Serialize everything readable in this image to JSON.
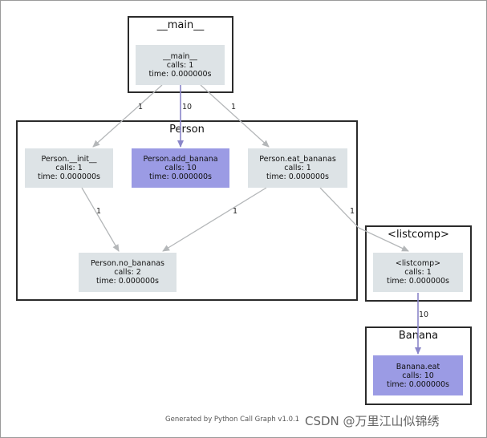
{
  "clusters": {
    "main": "__main__",
    "person": "Person",
    "listcomp": "<listcomp>",
    "banana": "Banana"
  },
  "nodes": {
    "main": {
      "name": "__main__",
      "calls": "calls: 1",
      "time": "time: 0.000000s"
    },
    "init": {
      "name": "Person.__init__",
      "calls": "calls: 1",
      "time": "time: 0.000000s"
    },
    "add_banana": {
      "name": "Person.add_banana",
      "calls": "calls: 10",
      "time": "time: 0.000000s"
    },
    "eat_bananas": {
      "name": "Person.eat_bananas",
      "calls": "calls: 1",
      "time": "time: 0.000000s"
    },
    "no_bananas": {
      "name": "Person.no_bananas",
      "calls": "calls: 2",
      "time": "time: 0.000000s"
    },
    "listcomp": {
      "name": "<listcomp>",
      "calls": "calls: 1",
      "time": "time: 0.000000s"
    },
    "banana_eat": {
      "name": "Banana.eat",
      "calls": "calls: 10",
      "time": "time: 0.000000s"
    }
  },
  "edges": {
    "main_init": "1",
    "main_add": "10",
    "main_eat": "1",
    "init_no": "1",
    "eat_no": "1",
    "eat_listcomp": "1",
    "listcomp_banana": "10"
  },
  "colors": {
    "edge_gray": "#b4b7b9",
    "edge_hot": "#8a86c9",
    "node_default": "#dde3e6",
    "node_hot": "#9b9be4"
  },
  "footer": "Generated by Python Call Graph v1.0.1",
  "watermark": "CSDN @万里江山似锦绣"
}
